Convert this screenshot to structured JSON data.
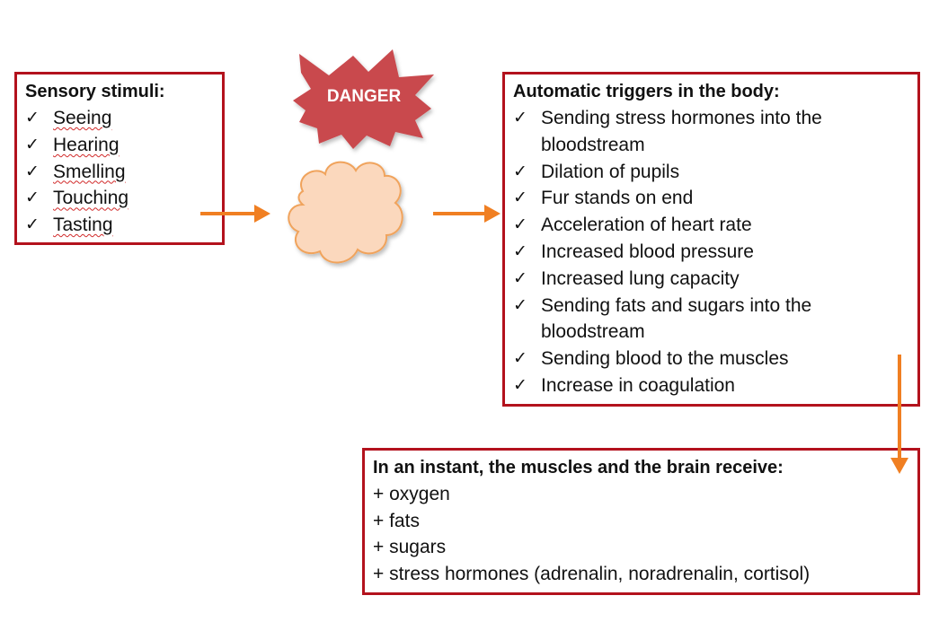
{
  "danger_label": "DANGER",
  "sensory": {
    "title": "Sensory stimuli:",
    "items": [
      "Seeing",
      "Hearing",
      "Smelling",
      "Touching",
      "Tasting"
    ]
  },
  "triggers": {
    "title": "Automatic triggers in the body:",
    "items": [
      "Sending stress hormones into the bloodstream",
      "Dilation of pupils",
      "Fur stands on end",
      "Acceleration of heart rate",
      "Increased blood pressure",
      "Increased lung capacity",
      "Sending fats and sugars into the bloodstream",
      "Sending blood to the muscles",
      "Increase in coagulation"
    ]
  },
  "receive": {
    "title": "In an instant, the muscles and the brain receive:",
    "items": [
      "+ oxygen",
      "+ fats",
      "+ sugars",
      "+ stress hormones (adrenalin, noradrenalin, cortisol)"
    ]
  },
  "colors": {
    "box_border": "#b3121d",
    "arrow": "#f07f22",
    "burst_fill": "#c9484d",
    "cloud_fill": "#fbd8bd",
    "cloud_stroke": "#f0a35c"
  }
}
